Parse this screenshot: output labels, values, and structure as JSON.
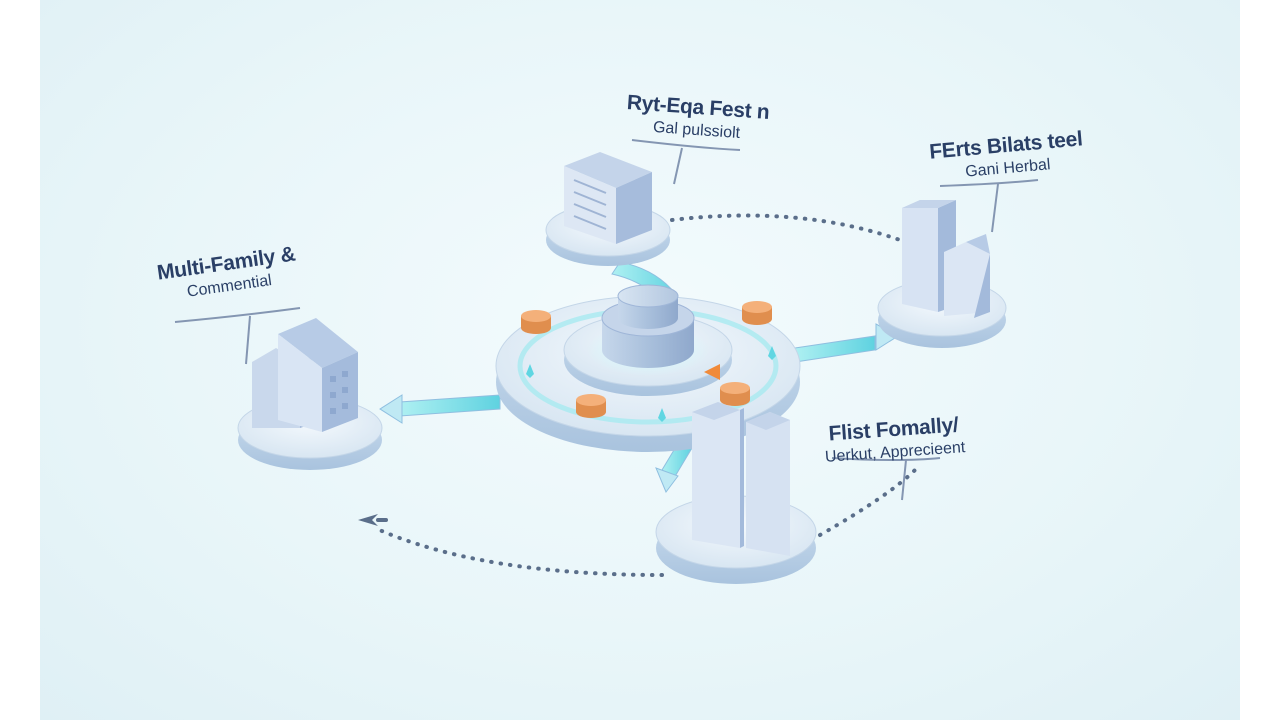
{
  "labels": {
    "multi_family": {
      "line1": "Multi-Family &",
      "line2": "Commential"
    },
    "top_center": {
      "line1": "Ryt-Eqa Fest n",
      "line2": "Gal pulssiolt"
    },
    "top_right": {
      "line1": "FErts Bilats teel",
      "line2": "Gani Herbal"
    },
    "bottom_right": {
      "line1": "Flist Fomally/",
      "line2": "Uerkut, Apprecieent"
    }
  },
  "colors": {
    "platform_top": "#e4eff8",
    "platform_side": "#bcd3e9",
    "building_light": "#dde8f5",
    "building_mid": "#b9cce6",
    "building_dark": "#9fb6d8",
    "arrow_cyan": "#7fdde6",
    "accent_orange": "#f0a060",
    "dots": "#5a6e8a",
    "text": "#2a3f66"
  }
}
